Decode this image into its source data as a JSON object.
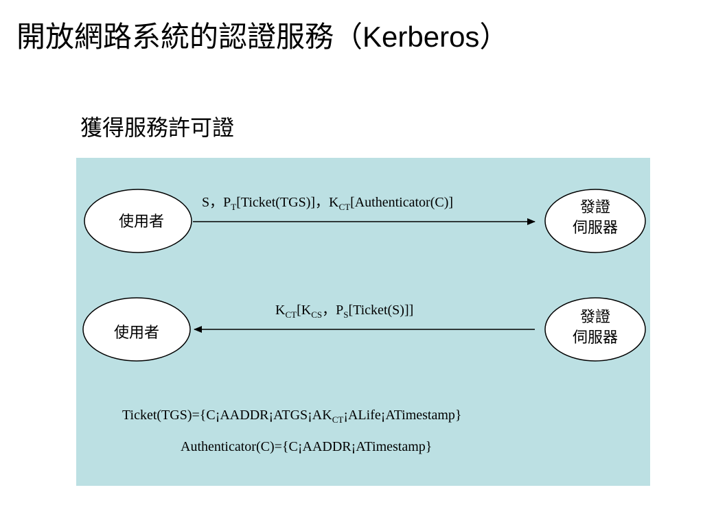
{
  "slide": {
    "title_cn": "開放網路系統的認證服務（",
    "title_en": "Kerberos",
    "title_close": "）",
    "subtitle": "獲得服務許可證"
  },
  "diagram": {
    "row1": {
      "user_label": "使用者",
      "server_label_line1": "發證",
      "server_label_line2": "伺服器",
      "message": {
        "p1": "S，P",
        "s1": "T",
        "p2": "[Ticket(TGS)]，K",
        "s2": "CT",
        "p3": "[Authenticator(C)]"
      }
    },
    "row2": {
      "user_label": "使用者",
      "server_label_line1": "發證",
      "server_label_line2": "伺服器",
      "message": {
        "p1": "K",
        "s1": "CT",
        "p2": "[K",
        "s2": "CS",
        "p3": "，P",
        "s3": "S",
        "p4": "[Ticket(S)]]"
      }
    },
    "definitions": {
      "ticket": {
        "p1": "Ticket(TGS)={C¡AADDR¡ATGS¡AK",
        "s1": "CT",
        "p2": "¡ALife¡ATimestamp}"
      },
      "authenticator": "Authenticator(C)={C¡AADDR¡ATimestamp}"
    }
  },
  "colors": {
    "panel_background": "#bce0e3",
    "oval_fill": "#ffffff",
    "line": "#000000"
  }
}
